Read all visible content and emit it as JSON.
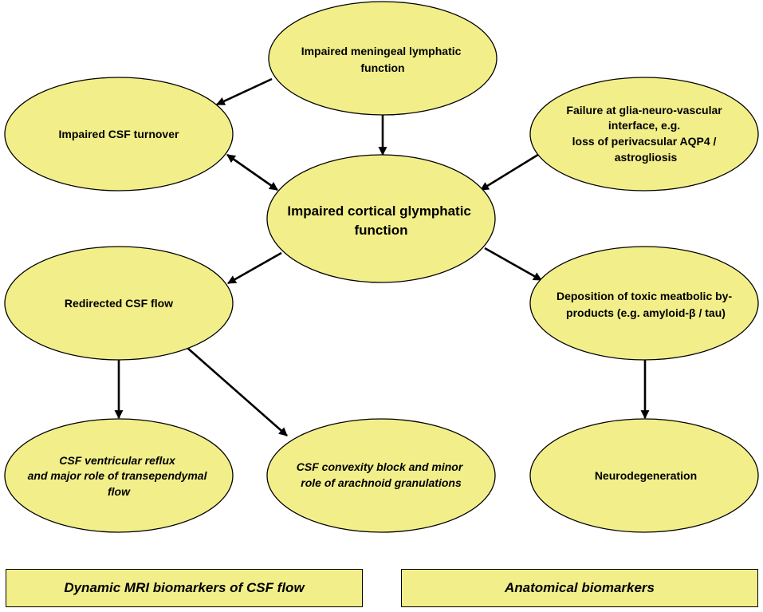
{
  "colors": {
    "node_fill": "#f2ee8a",
    "stroke": "#000000"
  },
  "nodes": {
    "meningeal": {
      "lines": [
        "Impaired meningeal lymphatic",
        "function"
      ]
    },
    "csf_turnover": {
      "lines": [
        "Impaired CSF turnover"
      ]
    },
    "glia": {
      "lines": [
        "Failure at glia-neuro-vascular",
        "interface, e.g.",
        "loss of perivacsular  AQP4 /",
        "astrogliosis"
      ]
    },
    "glymphatic": {
      "lines": [
        "Impaired cortical glymphatic",
        "function"
      ]
    },
    "redirected": {
      "lines": [
        "Redirected CSF flow"
      ]
    },
    "deposition": {
      "lines": [
        "Deposition of toxic meatbolic by-",
        "products (e.g. amyloid-β / tau)"
      ]
    },
    "reflux": {
      "lines": [
        "CSF ventricular reflux",
        "and major role of transependymal",
        "flow"
      ]
    },
    "convexity": {
      "lines": [
        "CSF convexity block and minor",
        "role of arachnoid granulations"
      ]
    },
    "neurodegeneration": {
      "lines": [
        "Neurodegeneration"
      ]
    }
  },
  "edges": [
    {
      "from": "meningeal",
      "to": "csf_turnover",
      "direction": "forward"
    },
    {
      "from": "meningeal",
      "to": "glymphatic",
      "direction": "forward"
    },
    {
      "from": "csf_turnover",
      "to": "glymphatic",
      "direction": "both"
    },
    {
      "from": "glia",
      "to": "glymphatic",
      "direction": "forward"
    },
    {
      "from": "glymphatic",
      "to": "redirected",
      "direction": "forward"
    },
    {
      "from": "glymphatic",
      "to": "deposition",
      "direction": "forward"
    },
    {
      "from": "redirected",
      "to": "reflux",
      "direction": "forward"
    },
    {
      "from": "redirected",
      "to": "convexity",
      "direction": "forward"
    },
    {
      "from": "deposition",
      "to": "neurodegeneration",
      "direction": "forward"
    }
  ],
  "legend": {
    "dynamic": "Dynamic MRI biomarkers of CSF flow",
    "anatomical": "Anatomical biomarkers"
  }
}
